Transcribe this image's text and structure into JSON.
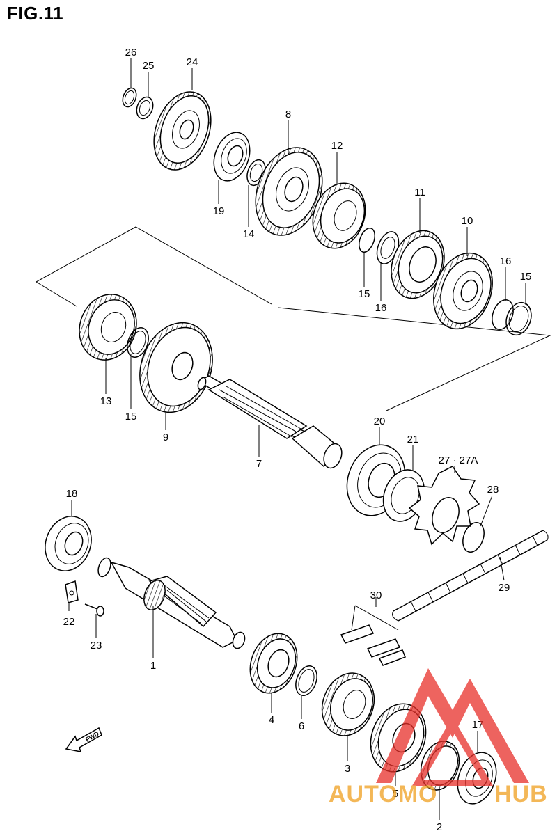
{
  "figure": {
    "title": "FIG.11"
  },
  "callouts": [
    {
      "id": "26",
      "label": "26"
    },
    {
      "id": "25",
      "label": "25"
    },
    {
      "id": "24",
      "label": "24"
    },
    {
      "id": "8",
      "label": "8"
    },
    {
      "id": "12",
      "label": "12"
    },
    {
      "id": "19",
      "label": "19"
    },
    {
      "id": "14",
      "label": "14"
    },
    {
      "id": "11",
      "label": "11"
    },
    {
      "id": "10",
      "label": "10"
    },
    {
      "id": "16a",
      "label": "16"
    },
    {
      "id": "15a",
      "label": "15"
    },
    {
      "id": "15b",
      "label": "15"
    },
    {
      "id": "16b",
      "label": "16"
    },
    {
      "id": "13",
      "label": "13"
    },
    {
      "id": "15c",
      "label": "15"
    },
    {
      "id": "9",
      "label": "9"
    },
    {
      "id": "7",
      "label": "7"
    },
    {
      "id": "20",
      "label": "20"
    },
    {
      "id": "21",
      "label": "21"
    },
    {
      "id": "27",
      "label": "27 · 27A"
    },
    {
      "id": "28",
      "label": "28"
    },
    {
      "id": "18",
      "label": "18"
    },
    {
      "id": "29",
      "label": "29"
    },
    {
      "id": "30",
      "label": "30"
    },
    {
      "id": "22",
      "label": "22"
    },
    {
      "id": "23",
      "label": "23"
    },
    {
      "id": "1",
      "label": "1"
    },
    {
      "id": "4",
      "label": "4"
    },
    {
      "id": "6",
      "label": "6"
    },
    {
      "id": "3",
      "label": "3"
    },
    {
      "id": "5",
      "label": "5"
    },
    {
      "id": "17",
      "label": "17"
    },
    {
      "id": "2",
      "label": "2"
    }
  ],
  "fwd_arrow": {
    "label": "FWD",
    "icon": "fwd-arrow-icon"
  },
  "watermark": {
    "part1": "AUTOMO",
    "part2": "HUB",
    "color_accent": "#e8302a",
    "color_text": "#f0a020"
  }
}
